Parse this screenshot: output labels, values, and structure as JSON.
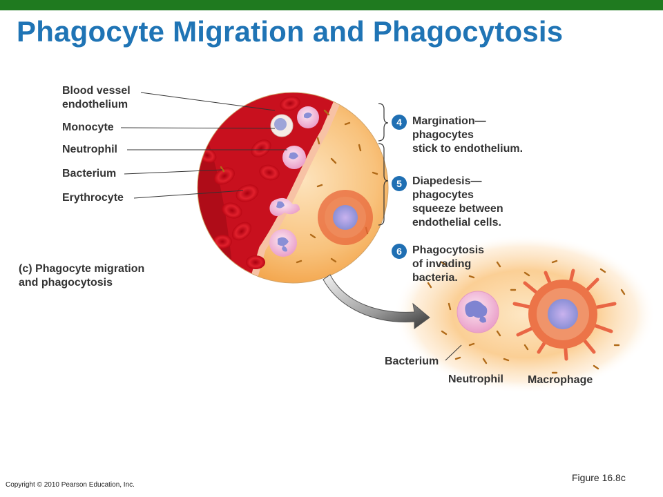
{
  "title": "Phagocyte Migration and Phagocytosis",
  "labels": {
    "blood_vessel": [
      "Blood vessel",
      "endothelium"
    ],
    "monocyte": "Monocyte",
    "neutrophil": "Neutrophil",
    "bacterium": "Bacterium",
    "erythrocyte": "Erythrocyte",
    "bacterium_bottom": "Bacterium",
    "neutrophil_bottom": "Neutrophil",
    "macrophage": "Macrophage"
  },
  "steps": [
    {
      "number": "4",
      "lines": [
        "Margination—",
        "phagocytes",
        "stick to endothelium."
      ]
    },
    {
      "number": "5",
      "lines": [
        "Diapedesis—",
        "phagocytes",
        "squeeze between",
        "endothelial cells."
      ]
    },
    {
      "number": "6",
      "lines": [
        "Phagocytosis",
        "of invading",
        "bacteria."
      ]
    }
  ],
  "caption": {
    "tag": "(c)",
    "lines": [
      "Phagocyte migration",
      "and phagocytosis"
    ]
  },
  "figure_label": "Figure 16.8c",
  "copyright": "Copyright © 2010 Pearson Education, Inc.",
  "colors": {
    "topbar": "#1f7a1f",
    "title": "#1f74b5",
    "badge": "#1f6fb3",
    "blood": "#c8101e",
    "tissue": "#f4a64a",
    "cell": "#f3b3d6",
    "nucleus": "#8a8fd6"
  }
}
